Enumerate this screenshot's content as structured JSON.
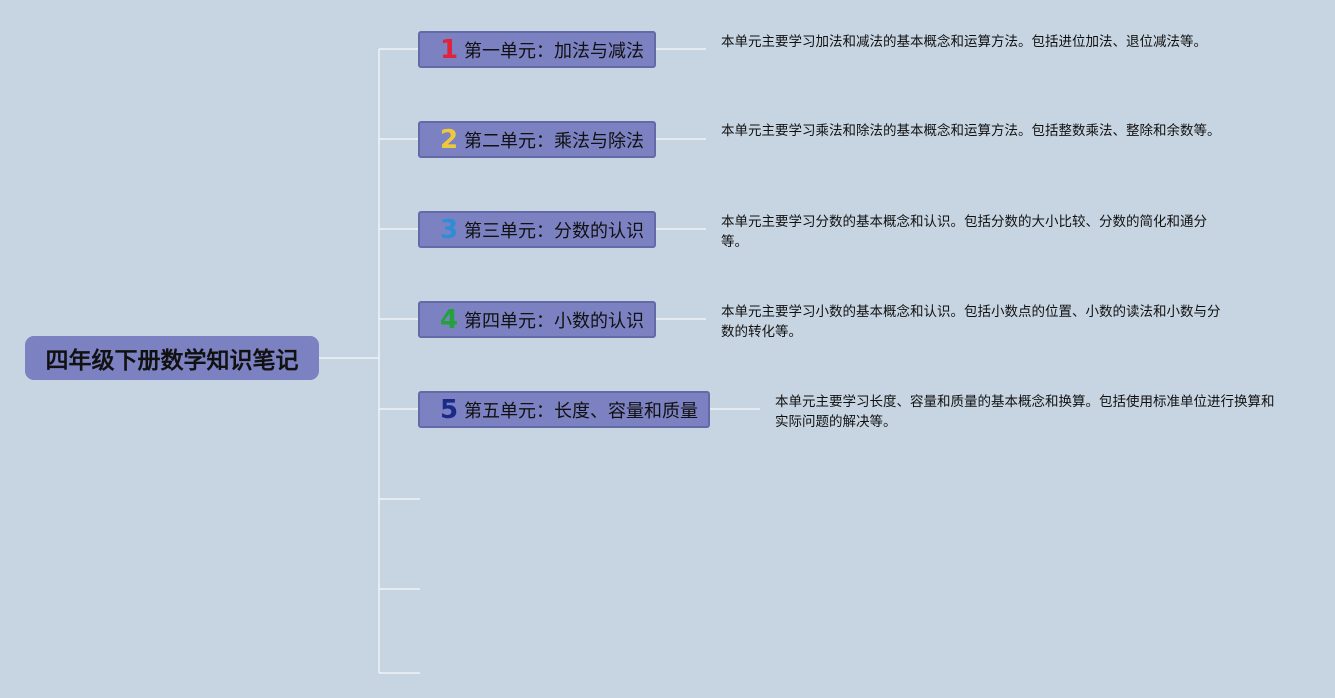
{
  "root": {
    "title": "四年级下册数学知识笔记"
  },
  "units": [
    {
      "number": "1",
      "number_color": "#e0233a",
      "label": "第一单元：加法与减法",
      "description": "本单元主要学习加法和减法的基本概念和运算方法。包括进位加法、退位减法等。"
    },
    {
      "number": "2",
      "number_color": "#f0c93a",
      "label": "第二单元：乘法与除法",
      "description": "本单元主要学习乘法和除法的基本概念和运算方法。包括整数乘法、整除和余数等。"
    },
    {
      "number": "3",
      "number_color": "#2d8ed6",
      "label": "第三单元：分数的认识",
      "description": "本单元主要学习分数的基本概念和认识。包括分数的大小比较、分数的简化和通分等。"
    },
    {
      "number": "4",
      "number_color": "#24a03c",
      "label": "第四单元：小数的认识",
      "description": "本单元主要学习小数的基本概念和认识。包括小数点的位置、小数的读法和小数与分数的转化等。"
    },
    {
      "number": "5",
      "number_color": "#1a2a86",
      "label": "第五单元：长度、容量和质量",
      "description": "本单元主要学习长度、容量和质量的基本概念和换算。包括使用标准单位进行换算和实际问题的解决等。"
    }
  ]
}
